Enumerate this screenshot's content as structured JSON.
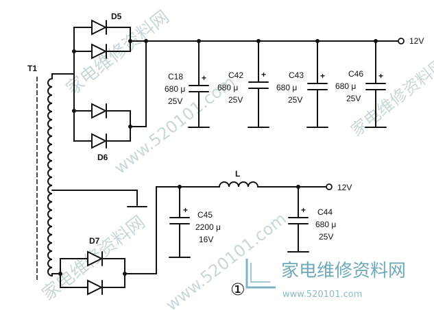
{
  "transformer": {
    "label": "T1"
  },
  "diodes": {
    "d5": "D5",
    "d6": "D6",
    "d7": "D7"
  },
  "capacitors": {
    "c18": {
      "name": "C18",
      "value": "680 μ",
      "voltage": "25V"
    },
    "c42": {
      "name": "C42",
      "value": "680 μ",
      "voltage": "25V"
    },
    "c43": {
      "name": "C43",
      "value": "680 μ",
      "voltage": "25V"
    },
    "c46": {
      "name": "C46",
      "value": "680 μ",
      "voltage": "25V"
    },
    "c45": {
      "name": "C45",
      "value": "2200 μ",
      "voltage": "16V"
    },
    "c44": {
      "name": "C44",
      "value": "680 μ",
      "voltage": "25V"
    }
  },
  "inductor": {
    "label": "L"
  },
  "outputs": {
    "top": "12V",
    "bottom": "12V"
  },
  "figure_number": "①",
  "watermark": {
    "site": "家电维修资料网",
    "url": "www.520101.com",
    "diag_url": "www.520101.com",
    "diag_text": "家电维修资料网"
  }
}
